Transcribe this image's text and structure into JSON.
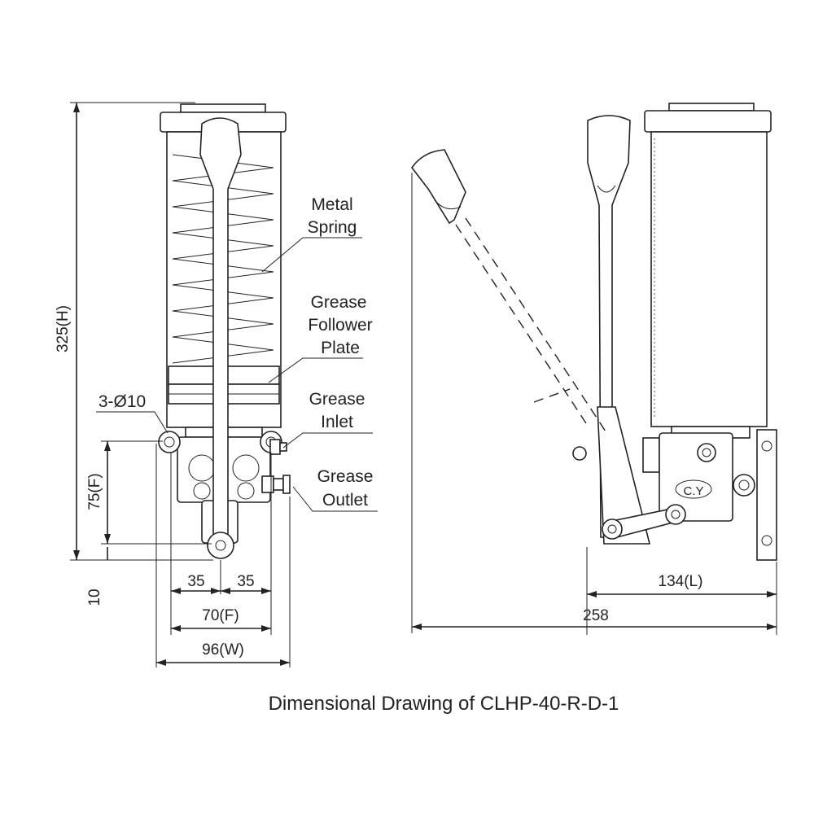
{
  "caption": "Dimensional Drawing of CLHP-40-R-D-1",
  "labels": {
    "metal_spring": [
      "Metal",
      "Spring"
    ],
    "grease_follower_plate": [
      "Grease",
      "Follower",
      "Plate"
    ],
    "grease_inlet": [
      "Grease",
      "Inlet"
    ],
    "grease_outlet": [
      "Grease",
      "Outlet"
    ],
    "mounting_holes": "3-Ø10",
    "brand_mark": "C.Y"
  },
  "dimensions": {
    "height": "325(H)",
    "fixing_height": "75(F)",
    "base_offset": "10",
    "half_left": "35",
    "half_right": "35",
    "fixing_width": "70(F)",
    "width": "96(W)",
    "length": "134(L)",
    "total_length": "258"
  }
}
